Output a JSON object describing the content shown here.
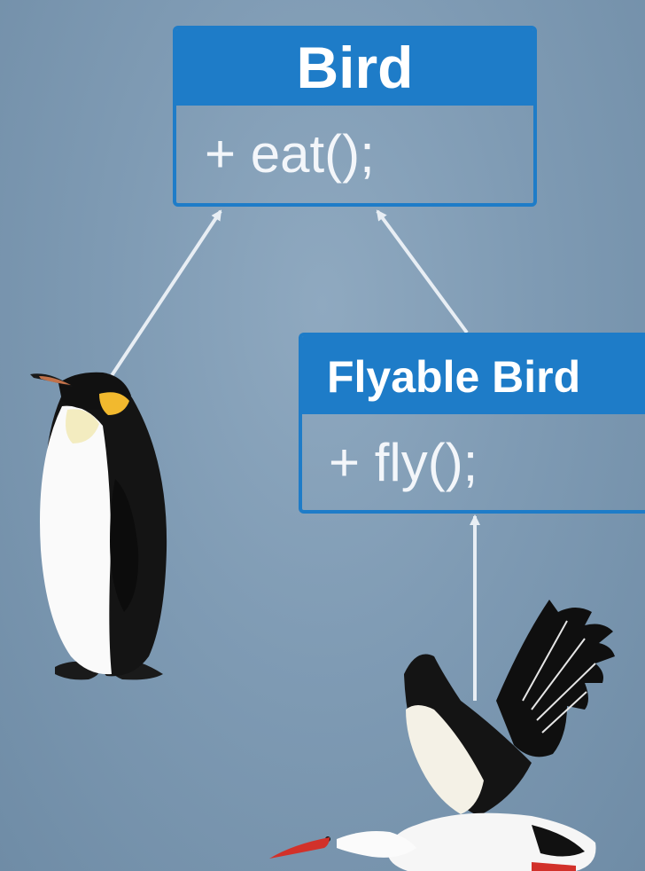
{
  "bird_class": {
    "name": "Bird",
    "method": "+ eat();"
  },
  "flyable_class": {
    "name": "Flyable Bird",
    "method": "+ fly();"
  },
  "colors": {
    "box_blue": "#1e7cc8",
    "background": "#7f9bb4",
    "arrow": "#e8eef4"
  },
  "illustrations": [
    "penguin",
    "stork"
  ]
}
